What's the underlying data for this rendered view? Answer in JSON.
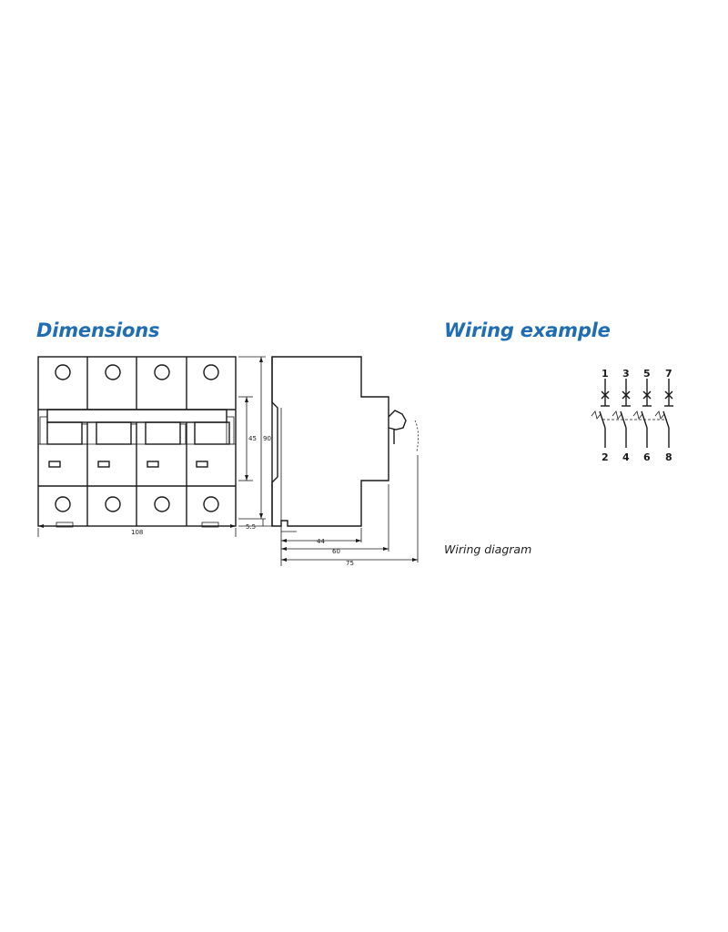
{
  "headings": {
    "dimensions": "Dimensions",
    "wiring": "Wiring example"
  },
  "caption": "Wiring diagram",
  "dimension_labels": {
    "width": "108",
    "height_inner": "45",
    "height_outer": "90",
    "rail_offset": "5.5",
    "depth_1": "44",
    "depth_2": "60",
    "depth_3": "75"
  },
  "terminals": {
    "top": [
      "1",
      "3",
      "5",
      "7"
    ],
    "bottom": [
      "2",
      "4",
      "6",
      "8"
    ]
  }
}
